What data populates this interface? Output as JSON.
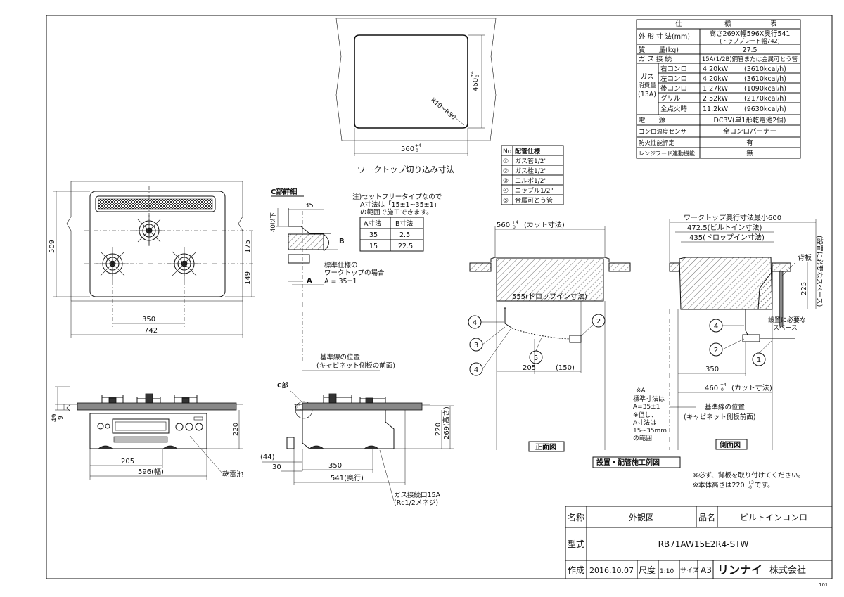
{
  "spec_table": {
    "header": [
      "仕",
      "様",
      "表"
    ],
    "rows": [
      {
        "label": "外 形 寸 法(mm)",
        "value": "高さ269X幅596X奥行541",
        "value2": "(トッププレート幅742)"
      },
      {
        "label": "質　　量(kg)",
        "value": "27.5"
      },
      {
        "label": "ガ ス 接 続",
        "value": "15A(1/2B)鋼管または金属可とう管"
      }
    ],
    "gas_label": [
      "ガス",
      "消費量",
      "(13A)"
    ],
    "gas_rows": [
      {
        "name": "右コンロ",
        "kw": "4.20kW",
        "kcal": "(3610kcal/h)"
      },
      {
        "name": "左コンロ",
        "kw": "4.20kW",
        "kcal": "(3610kcal/h)"
      },
      {
        "name": "後コンロ",
        "kw": "1.27kW",
        "kcal": "(1090kcal/h)"
      },
      {
        "name": "グリル",
        "kw": "2.52kW",
        "kcal": "(2170kcal/h)"
      },
      {
        "name": "全点火時",
        "kw": "11.2kW",
        "kcal": "(9630kcal/h)"
      }
    ],
    "rows2": [
      {
        "label": "電　　源",
        "value": "DC3V(単1形乾電池2個)"
      },
      {
        "label": "コンロ温度センサー",
        "value": "全コンロバーナー"
      },
      {
        "label": "防火性能評定",
        "value": "有"
      },
      {
        "label": "レンジフード連動機能",
        "value": "無"
      }
    ]
  },
  "cutout": {
    "width": "560",
    "width_tol": "+4",
    "width_tol2": "0",
    "height": "460",
    "height_tol": "+4",
    "height_tol2": "0",
    "radius": "R10~R30",
    "caption": "ワークトップ切り込み寸法"
  },
  "piping_table": {
    "header_no": "No",
    "header_spec": "配管仕様",
    "items": [
      {
        "no": "①",
        "text": "ガス管1/2\""
      },
      {
        "no": "②",
        "text": "ガス栓1/2\""
      },
      {
        "no": "③",
        "text": "エルボ1/2\""
      },
      {
        "no": "④",
        "text": "ニップル1/2\""
      },
      {
        "no": "⑤",
        "text": "金属可とう管"
      }
    ]
  },
  "top_view": {
    "depth": "509",
    "d175": "175",
    "d149": "149",
    "w350": "350",
    "w742": "742"
  },
  "front_view": {
    "h49": "49",
    "h9": "9",
    "h220": "220",
    "w205": "205",
    "w596": "596(幅)",
    "battery": "乾電池"
  },
  "c_detail": {
    "title": "C部詳細",
    "d40": "40以下",
    "d35": "35",
    "label_a": "A",
    "label_b": "B"
  },
  "note_block": {
    "note1": "注)セットフリータイプなので",
    "note2": "A寸法は「15±1~35±1」",
    "note3": "の範囲で施工できます。",
    "table_header": [
      "A寸法",
      "B寸法"
    ],
    "table_rows": [
      [
        "35",
        "2.5"
      ],
      [
        "15",
        "22.5"
      ]
    ]
  },
  "std_note": {
    "line1": "標準仕様の",
    "line2": "ワークトップの場合",
    "line3": "A = 35±1",
    "label_a": "A"
  },
  "side_view": {
    "base1": "基準線の位置",
    "base2": "(キャビネット側板の前面)",
    "c_label": "C部",
    "d44": "(44)",
    "d30": "30",
    "d350": "350",
    "d541": "541(奥行)",
    "d220": "220",
    "d269": "269(高さ)",
    "gas1": "ガス接続口15A",
    "gas2": "(Rc1/2メネジ)"
  },
  "front_install": {
    "w560": "560",
    "w560_tol": "+4",
    "w560_tol2": "0",
    "w560_note": "(カット寸法)",
    "drop_in": "555(ドロップイン寸法)",
    "d205": "205",
    "d150": "(150)",
    "caption": "正面図",
    "n4a": "4",
    "n3": "3",
    "n4b": "4",
    "n5": "5",
    "n2": "2"
  },
  "side_install": {
    "min600": "ワークトップ奥行寸法最小600",
    "d472": "472.5(ビルトイン寸法)",
    "d435": "435(ドロップイン寸法)",
    "backboard": "背板",
    "d225": "225",
    "space_v": "(設置に必要なスペース)",
    "space1": "設置に必要な",
    "space2": "スペース",
    "d350": "350",
    "d460": "460",
    "d460_tol": "+4",
    "d460_tol2": "0",
    "d460_note": "(カット寸法)",
    "caption": "側面図",
    "n4": "4",
    "n2": "2",
    "n1": "1",
    "note_a": "※A",
    "std1": "標準寸法は",
    "std2": "A=35±1",
    "std3": "※但し、",
    "std4": "A寸法は",
    "std5": "15~35mm",
    "std6": "の範囲",
    "base1": "基準線の位置",
    "base2": "(キャビネット側板前面)"
  },
  "install_caption": "設置・配管施工例図",
  "notes_bottom": [
    "※必ず、背板を取り付けてください。",
    "※本体高さは220"
  ],
  "notes_tol": [
    "+3",
    "-0"
  ],
  "notes_tail": "です。",
  "title_block": {
    "name_label": "名称",
    "name_value": "外観図",
    "product_label": "品名",
    "product_value": "ビルトインコンロ",
    "model_label": "型式",
    "model_value": "RB71AW15E2R4-STW",
    "made_label": "作成",
    "made_value": "2016.10.07",
    "scale_label": "尺度",
    "scale_value": "1:10",
    "size_label": "サイズ",
    "size_value": "A3",
    "company_brand": "リンナイ",
    "company_suffix": "株式会社",
    "sheet_code": "101"
  }
}
